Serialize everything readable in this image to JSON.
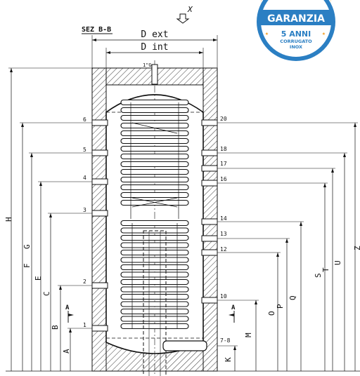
{
  "section_title": "SEZ B-B",
  "view_arrow": "X",
  "dimensions": {
    "d_ext": "D ext",
    "d_int": "D int"
  },
  "top_connection": "1\"G",
  "section_marks": {
    "left": "A",
    "right": "A"
  },
  "left_connections": [
    "6",
    "5",
    "4",
    "3",
    "2",
    "1"
  ],
  "right_connections": [
    "20",
    "18",
    "17",
    "16",
    "14",
    "13",
    "12",
    "10",
    "7-8"
  ],
  "left_heights": [
    "H",
    "G",
    "F",
    "E",
    "C",
    "B",
    "A"
  ],
  "right_heights": [
    "K",
    "M",
    "O",
    "P",
    "Q",
    "S",
    "T",
    "U",
    "Z"
  ],
  "badge": {
    "top": "ANNI",
    "main": "GARANZIA",
    "years": "5 ANNI",
    "line1": "CORRUGATO",
    "line2": "INOX",
    "colors": {
      "ring": "#2b7fc3",
      "top": "#f39c1f",
      "fill": "#ffffff",
      "text": "#2b7fc3"
    }
  },
  "colors": {
    "line": "#111111",
    "hatch": "#222222"
  }
}
